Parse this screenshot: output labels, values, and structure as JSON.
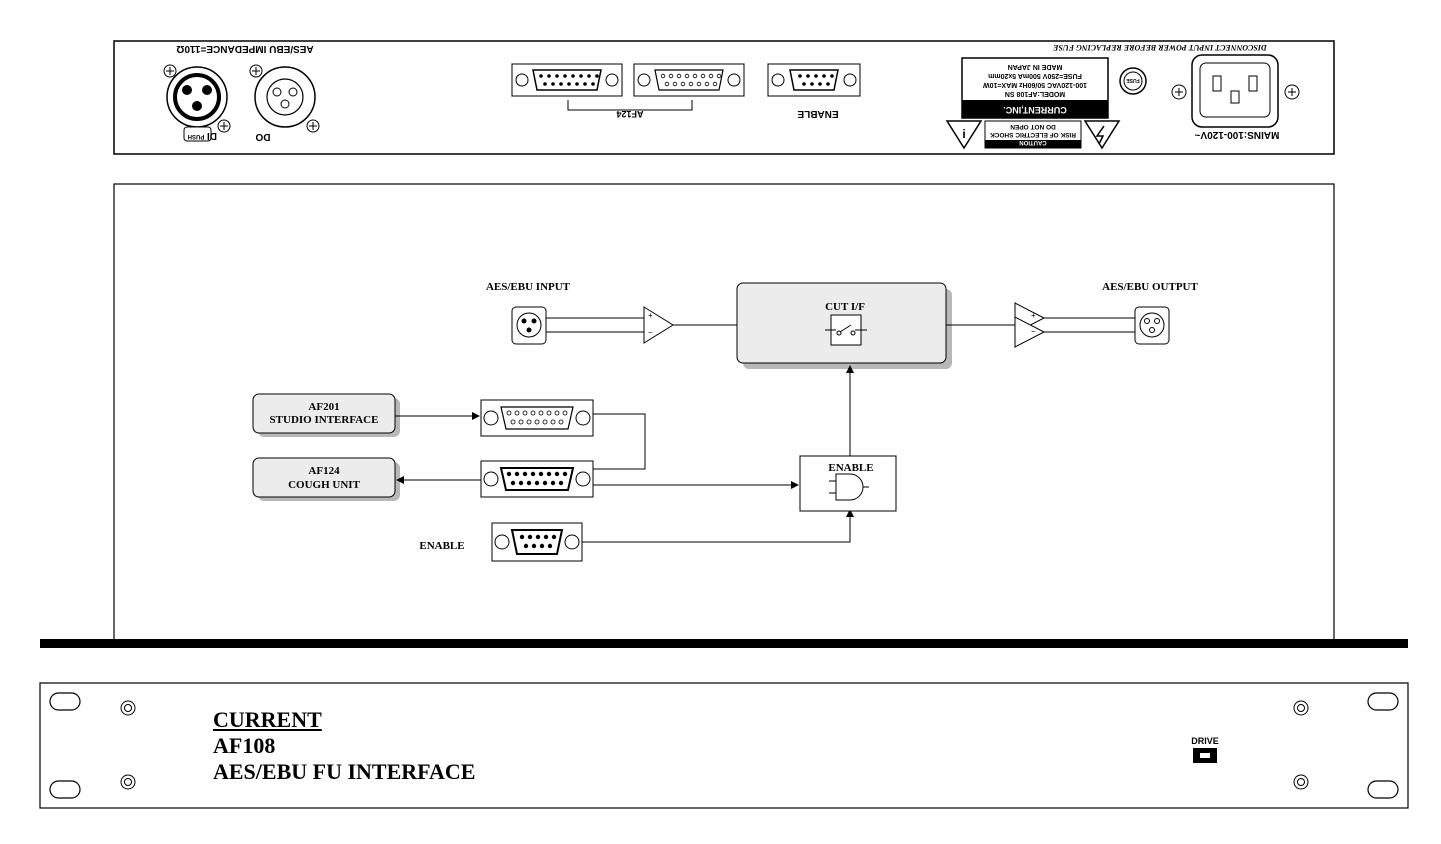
{
  "rear_panel": {
    "impedance_label": "AES/EBU IMPEDANCE=110Ω",
    "di_label": "DI",
    "push_label": "PUSH",
    "do_label": "DO",
    "af124_label": "AF124",
    "enable_label": "ENABLE",
    "caution_title": "CAUTION",
    "caution_line1": "RISK OF ELECTRIC SHOCK",
    "caution_line2": "DO NOT OPEN",
    "plate_company": "CURRENT,INC.",
    "plate_line1": "MODEL:AF108 SN",
    "plate_line2": "100-120VAC 50/60Hz MAX=10W",
    "plate_line3": "FUSE=250V 500mA 5x20mm",
    "plate_line4": "MADE IN JAPAN",
    "fuse_label": "FUSE",
    "disconnect_warning": "DISCONNECT INPUT POWER BEFORE REPLACING FUSE",
    "mains_label": "MAINS:100-120V~"
  },
  "block_diagram": {
    "aes_input_label": "AES/EBU INPUT",
    "aes_output_label": "AES/EBU OUTPUT",
    "cut_label": "CUT I/F",
    "af201_line1": "AF201",
    "af201_line2": "STUDIO INTERFACE",
    "af124_line1": "AF124",
    "af124_line2": "COUGH UNIT",
    "enable_gate_label": "ENABLE",
    "enable_input_label": "ENABLE",
    "plus": "+",
    "minus": "−"
  },
  "front_panel": {
    "brand": "CURRENT",
    "model": "AF108",
    "description": "AES/EBU FU INTERFACE",
    "drive_label": "DRIVE"
  }
}
